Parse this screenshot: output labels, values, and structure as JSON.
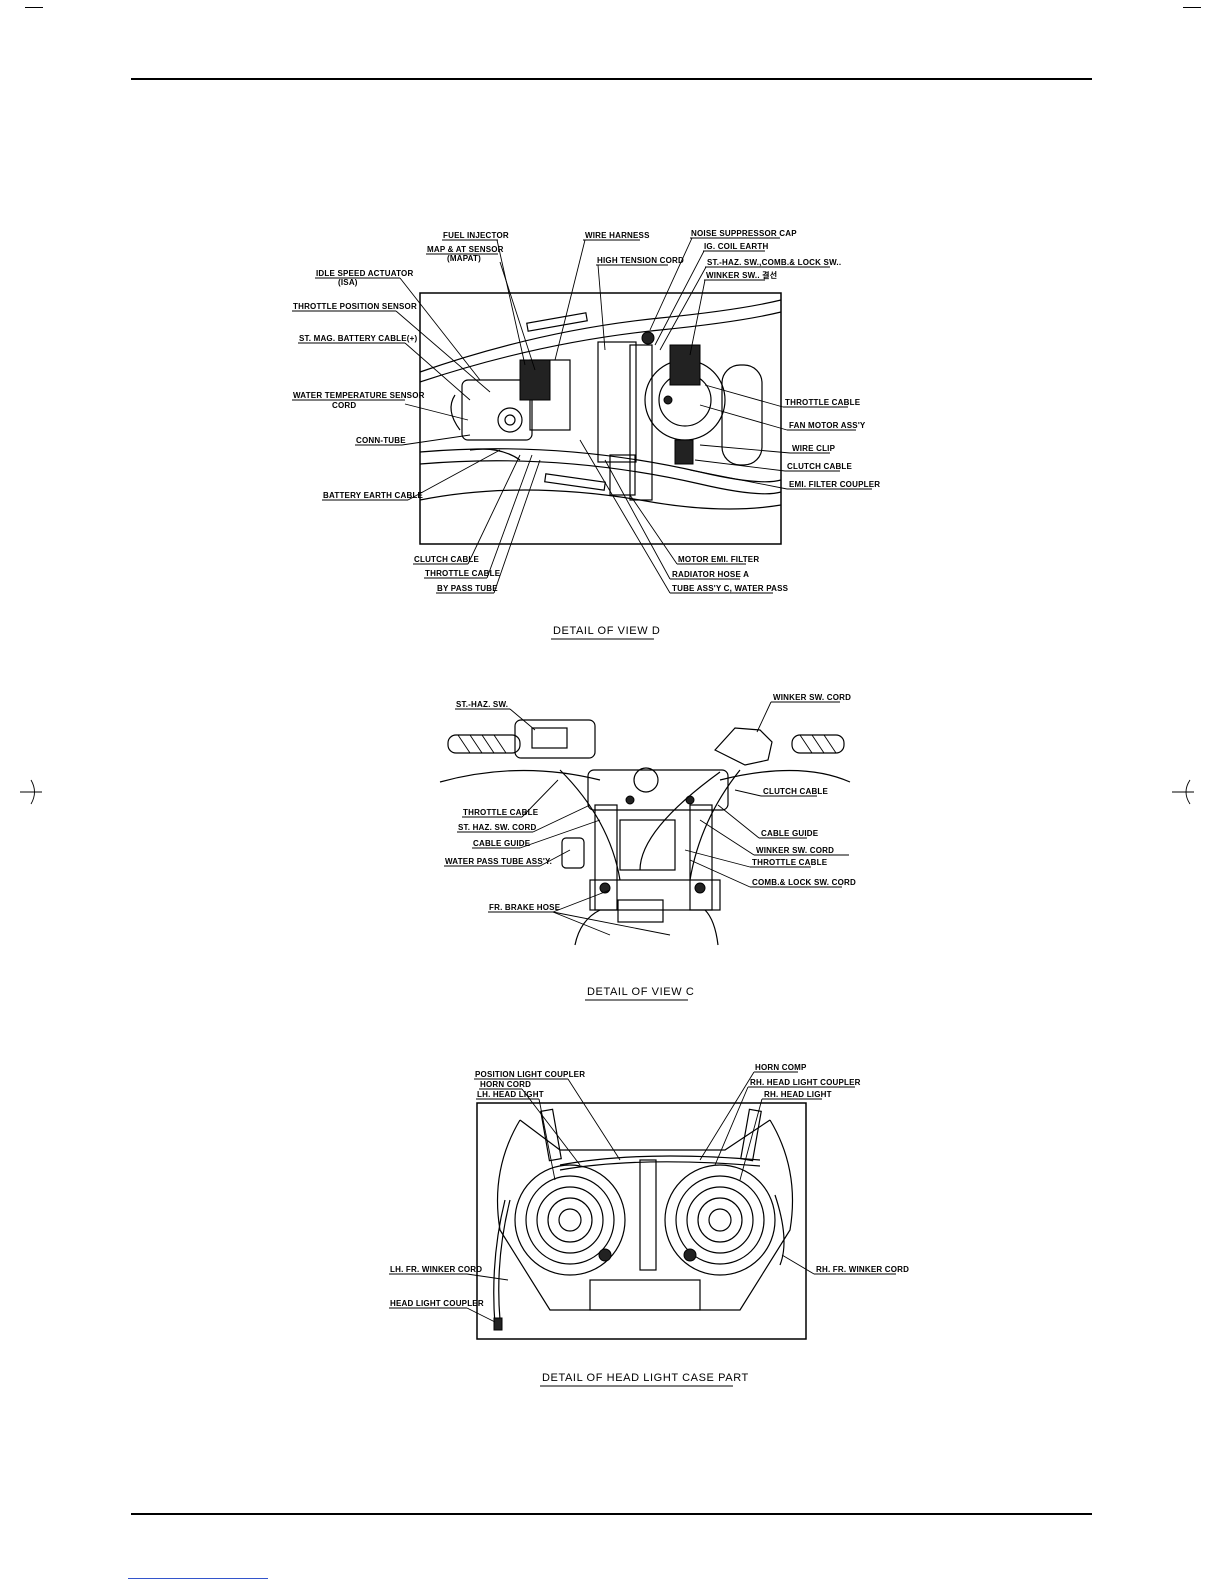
{
  "detail_d": {
    "caption": "DETAIL OF VIEW D",
    "labels": {
      "fuel_injector": "FUEL INJECTOR",
      "map_at_sensor_1": "MAP & AT SENSOR",
      "map_at_sensor_2": "(MAPAT)",
      "wire_harness": "WIRE HARNESS",
      "noise_suppressor_cap": "NOISE SUPPRESSOR CAP",
      "ig_coil_earth": "IG. COIL EARTH",
      "high_tension_cord": "HIGH TENSION CORD",
      "st_haz_sw": "ST.-HAZ. SW.,COMB.& LOCK SW..",
      "winker_sw": "WINKER SW.. 결선",
      "idle_speed_actuator_1": "IDLE SPEED ACTUATOR",
      "idle_speed_actuator_2": "(ISA)",
      "throttle_position_sensor": "THROTTLE POSITION SENSOR",
      "st_mag_battery_cable": "ST. MAG. BATTERY CABLE(+)",
      "water_temp_sensor_1": "WATER TEMPERATURE SENSOR",
      "water_temp_sensor_2": "CORD",
      "conn_tube": "CONN-TUBE",
      "battery_earth_cable": "BATTERY EARTH CABLE",
      "throttle_cable_r": "THROTTLE CABLE",
      "fan_motor_assy": "FAN MOTOR ASS'Y",
      "wire_clip": "WIRE CLIP",
      "clutch_cable_r": "CLUTCH CABLE",
      "emi_filter_coupler": "EMI. FILTER COUPLER",
      "clutch_cable_b": "CLUTCH CABLE",
      "throttle_cable_b": "THROTTLE CABLE",
      "by_pass_tube": "BY PASS TUBE",
      "motor_emi_filter": "MOTOR EMI. FILTER",
      "radiator_hose_a": "RADIATOR HOSE A",
      "tube_assy_c": "TUBE ASS'Y C, WATER PASS"
    }
  },
  "detail_c": {
    "caption": "DETAIL OF VIEW C",
    "labels": {
      "st_haz_sw": "ST.-HAZ. SW.",
      "winker_sw_cord_top": "WINKER SW. CORD",
      "throttle_cable_l": "THROTTLE CABLE",
      "st_haz_sw_cord": "ST. HAZ. SW. CORD",
      "cable_guide_l": "CABLE GUIDE",
      "water_pass_tube": "WATER PASS TUBE ASS'Y.",
      "fr_brake_hose": "FR. BRAKE HOSE",
      "clutch_cable": "CLUTCH CABLE",
      "cable_guide_r": "CABLE GUIDE",
      "winker_sw_cord_r": "WINKER SW. CORD",
      "throttle_cable_r": "THROTTLE CABLE",
      "comb_lock_sw_cord": "COMB.& LOCK SW. CORD"
    }
  },
  "detail_head": {
    "caption": "DETAIL OF HEAD LIGHT CASE PART",
    "labels": {
      "position_light_coupler": "POSITION LIGHT COUPLER",
      "horn_cord": "HORN CORD",
      "lh_head_light": "LH. HEAD LIGHT",
      "horn_comp": "HORN COMP",
      "rh_head_light_coupler": "RH. HEAD LIGHT COUPLER",
      "rh_head_light": "RH. HEAD LIGHT",
      "lh_fr_winker_cord": "LH. FR. WINKER CORD",
      "head_light_coupler": "HEAD LIGHT COUPLER",
      "rh_fr_winker_cord": "RH. FR. WINKER CORD"
    }
  }
}
